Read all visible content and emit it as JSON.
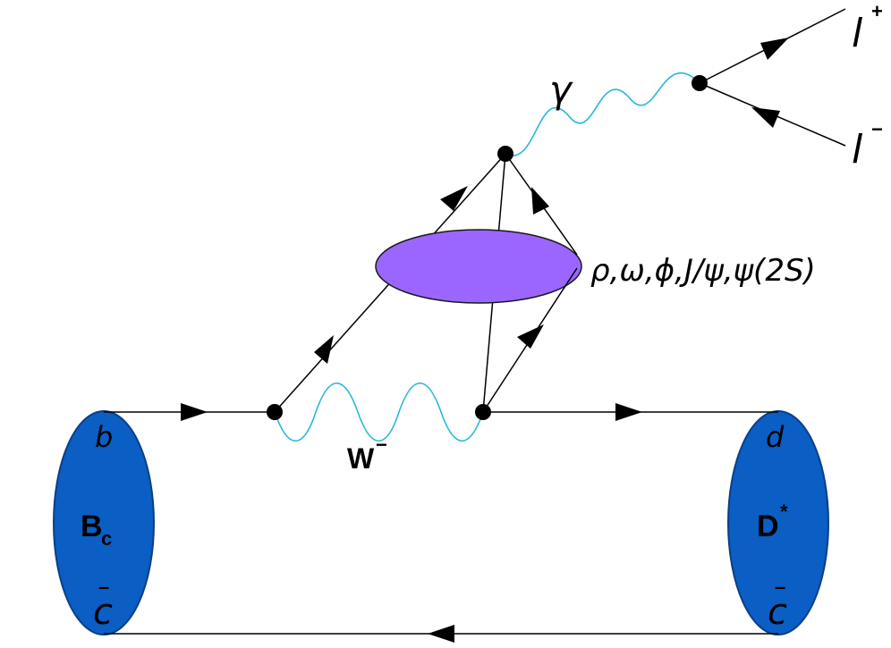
{
  "labels": {
    "lepton_plus": "l",
    "lepton_plus_sup": "+",
    "lepton_minus": "l",
    "lepton_minus_sup": "−",
    "photon": "γ",
    "vector_mesons": "ρ,ω,ϕ,J/ψ,ψ(2S)",
    "w_boson": "W",
    "w_boson_sup": "−",
    "quark_b": "b",
    "quark_c_bar": "c",
    "quark_c_bar_mark": "–",
    "quark_d": "d",
    "quark_c_bar_right": "c",
    "quark_c_bar_right_mark": "–",
    "meson_bc": "B",
    "meson_bc_sub": "c",
    "meson_dstar": "D",
    "meson_dstar_sup": "*"
  },
  "colors": {
    "line": "#000000",
    "photon_line": "#29b7d9",
    "meson_fill": "#0a5ec4",
    "meson_stroke": "#0a3f86",
    "blob_fill": "#9b66ff",
    "blob_stroke": "#1a1a1a",
    "vertex": "#000000"
  }
}
